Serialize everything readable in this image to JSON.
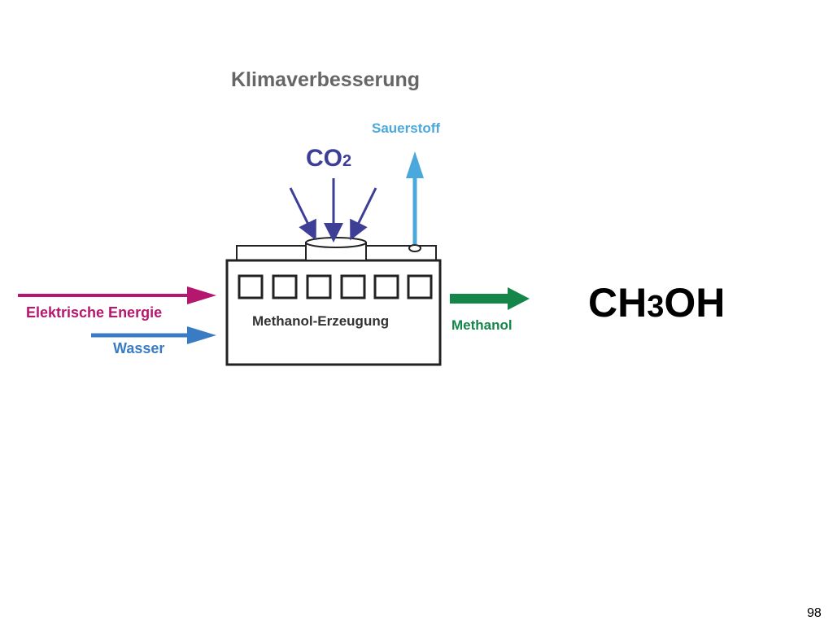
{
  "title": "Klimaverbesserung",
  "labels": {
    "sauerstoff": "Sauerstoff",
    "co2_main": "CO",
    "co2_sub": "2",
    "elektrische_energie": "Elektrische Energie",
    "wasser": "Wasser",
    "plant_name": "Methanol-Erzeugung",
    "methanol": "Methanol"
  },
  "formula": {
    "part1": "CH",
    "part2": "3",
    "part3": "OH"
  },
  "page_number": "98",
  "colors": {
    "elektrische_energie": "#b5166e",
    "wasser": "#3a7cc4",
    "co2": "#3d3e96",
    "sauerstoff": "#4aa8dc",
    "methanol": "#15864a"
  }
}
